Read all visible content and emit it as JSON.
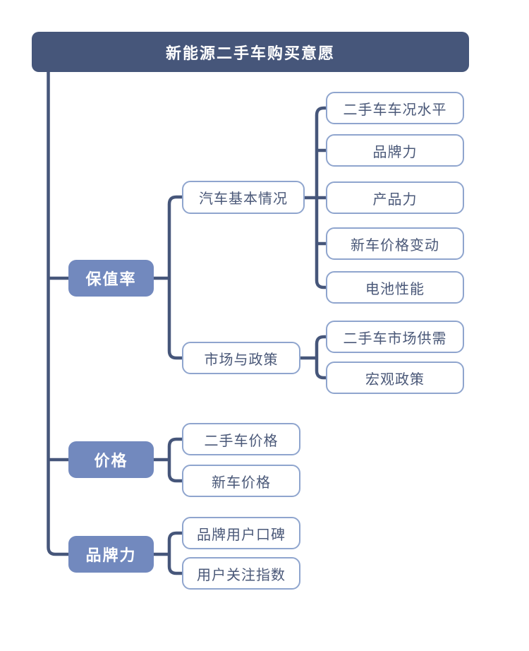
{
  "diagram_type": "mindmap-tree",
  "colors": {
    "header_bg": "#46567a",
    "header_text": "#ffffff",
    "level1_bg": "#7289be",
    "level1_text": "#ffffff",
    "outline_box_border": "#8fa5ce",
    "outline_box_text": "#4a5878",
    "connector": "#46567a",
    "background": "#ffffff"
  },
  "tree": {
    "root_label": "新能源二手车购买意愿",
    "branches": [
      {
        "label": "保值率",
        "children": [
          {
            "label": "汽车基本情况",
            "children": [
              {
                "label": "二手车车况水平"
              },
              {
                "label": "品牌力"
              },
              {
                "label": "产品力"
              },
              {
                "label": "新车价格变动"
              },
              {
                "label": "电池性能"
              }
            ]
          },
          {
            "label": "市场与政策",
            "children": [
              {
                "label": "二手车市场供需"
              },
              {
                "label": "宏观政策"
              }
            ]
          }
        ]
      },
      {
        "label": "价格",
        "children": [
          {
            "label": "二手车价格"
          },
          {
            "label": "新车价格"
          }
        ]
      },
      {
        "label": "品牌力",
        "children": [
          {
            "label": "品牌用户口碑"
          },
          {
            "label": "用户关注指数"
          }
        ]
      }
    ]
  }
}
